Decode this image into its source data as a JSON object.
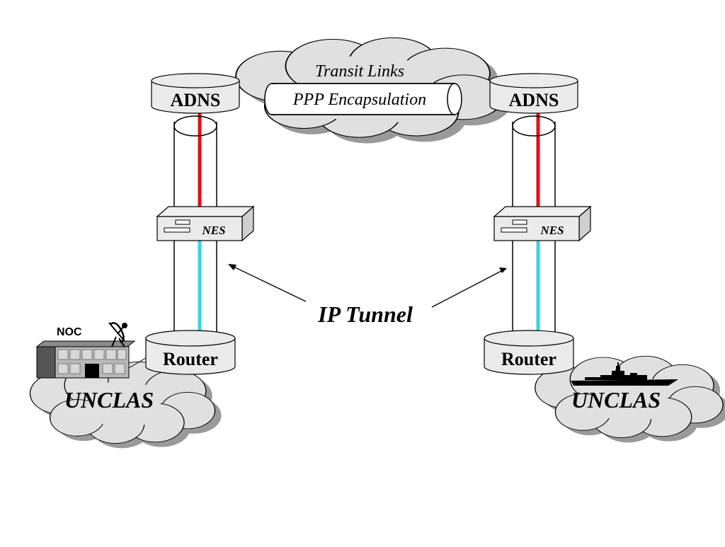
{
  "labels": {
    "transit_links": "Transit Links",
    "ppp_encapsulation": "PPP Encapsulation",
    "adns_left": "ADNS",
    "adns_right": "ADNS",
    "nes_left": "NES",
    "nes_right": "NES",
    "ip_tunnel": "IP Tunnel",
    "router_left": "Router",
    "router_right": "Router",
    "unclas_left": "UNCLAS",
    "unclas_right": "UNCLAS",
    "noc": "NOC"
  },
  "colors": {
    "cylinder_fill": "#ebebeb",
    "cloud_fill": "#e0e0e0",
    "cloud_shadow": "#9a9a9a",
    "red_line": "#e0101a",
    "cyan_line": "#38d4e0",
    "stroke": "#000000"
  },
  "icons": [
    "satellite-dish-icon",
    "building-icon",
    "ship-icon"
  ]
}
